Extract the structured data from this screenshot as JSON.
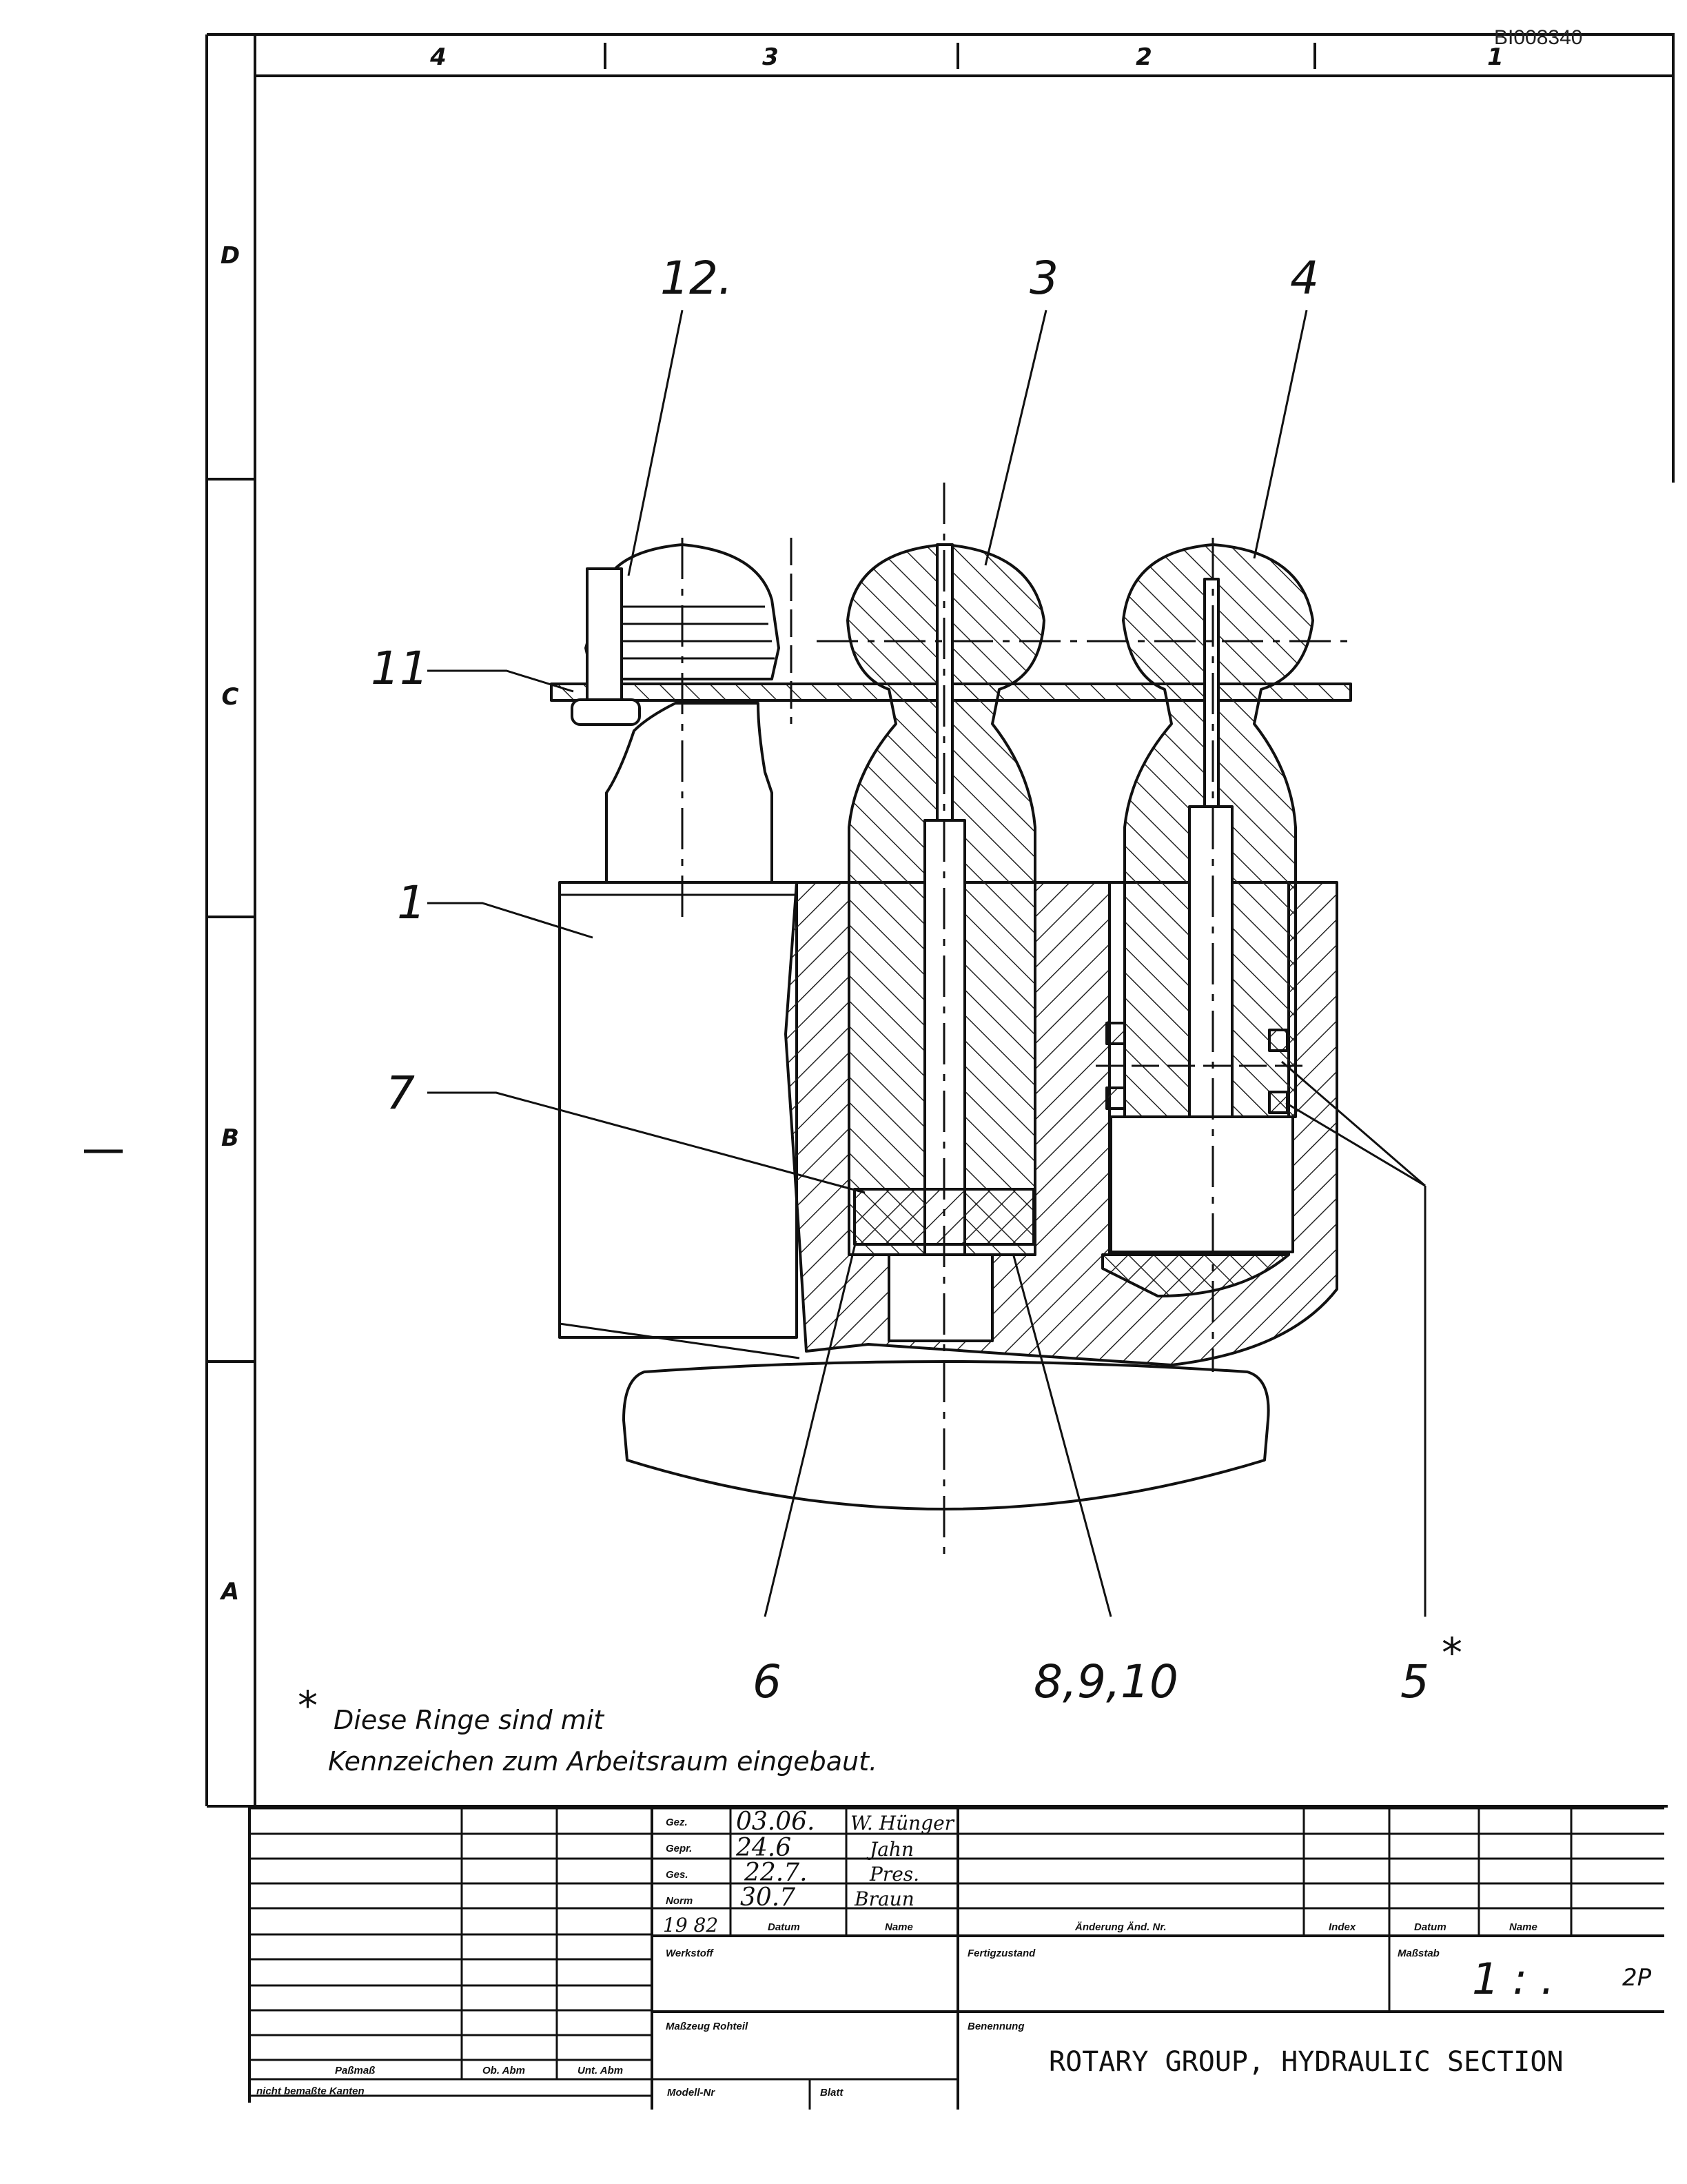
{
  "doc_id": "BI008340",
  "grid": {
    "columns": [
      "4",
      "3",
      "2",
      "1"
    ],
    "rows": [
      "D",
      "C",
      "B",
      "A"
    ]
  },
  "callouts": {
    "c12": "12.",
    "c3": "3",
    "c4": "4",
    "c11": "11",
    "c1": "1",
    "c7": "7",
    "c6": "6",
    "c8910": "8,9,10",
    "c5": "5"
  },
  "note": {
    "star": "*",
    "line1": "Diese Ringe sind mit",
    "line2": "Kennzeichen zum Arbeitsraum eingebaut."
  },
  "title_block": {
    "rows": [
      {
        "label": "Gez.",
        "date": "03.06.",
        "name": "W. Hünger"
      },
      {
        "label": "Gepr.",
        "date": "24.6",
        "name": "Jahn"
      },
      {
        "label": "Ges.",
        "date": "22.7.",
        "name": "Pres."
      },
      {
        "label": "Norm",
        "date": "30.7",
        "name": "Braun"
      }
    ],
    "year": "19 82",
    "col_datum": "Datum",
    "col_name": "Name",
    "aenderung": "Änderung  Änd. Nr.",
    "index": "Index",
    "datum2": "Datum",
    "name2": "Name",
    "werkstoff": "Werkstoff",
    "fertigzustand": "Fertigzustand",
    "massstab_label": "Maßstab",
    "massstab_value": "1 : .",
    "sheet": "2P",
    "modell": "Maßzeug  Rohteil",
    "benennung_label": "Benennung",
    "title": "ROTARY GROUP, HYDRAULIC SECTION",
    "passmass": "Paßmaß",
    "ob_abm": "Ob. Abm",
    "unt_abm": "Unt. Abm",
    "kanten": "nicht bemaßte Kanten",
    "modell_nr": "Modell-Nr",
    "blatt": "Blatt"
  }
}
